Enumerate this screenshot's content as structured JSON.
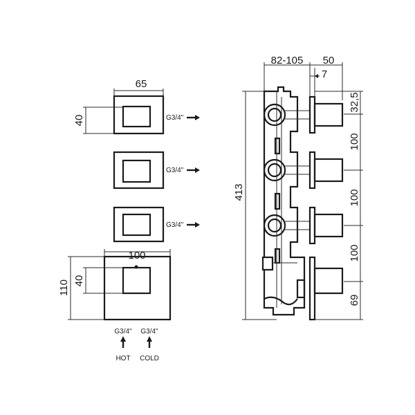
{
  "front_view": {
    "dim_width_small": "65",
    "dim_height_small": "40",
    "outlet_labels": [
      "G3/4\"",
      "G3/4\"",
      "G3/4\""
    ],
    "dim_width_large": "100",
    "dim_height_large": "110",
    "dim_inner_large": "40",
    "inlet_hot": {
      "thread": "G3/4\"",
      "label": "HOT"
    },
    "inlet_cold": {
      "thread": "G3/4\"",
      "label": "COLD"
    }
  },
  "side_view": {
    "dim_depth": "82-105",
    "dim_projection": "50",
    "dim_plate": "7",
    "dim_total_height": "413",
    "dim_top_offset": "32,5",
    "dim_spacing": [
      "100",
      "100",
      "100"
    ],
    "dim_bottom": "69"
  }
}
